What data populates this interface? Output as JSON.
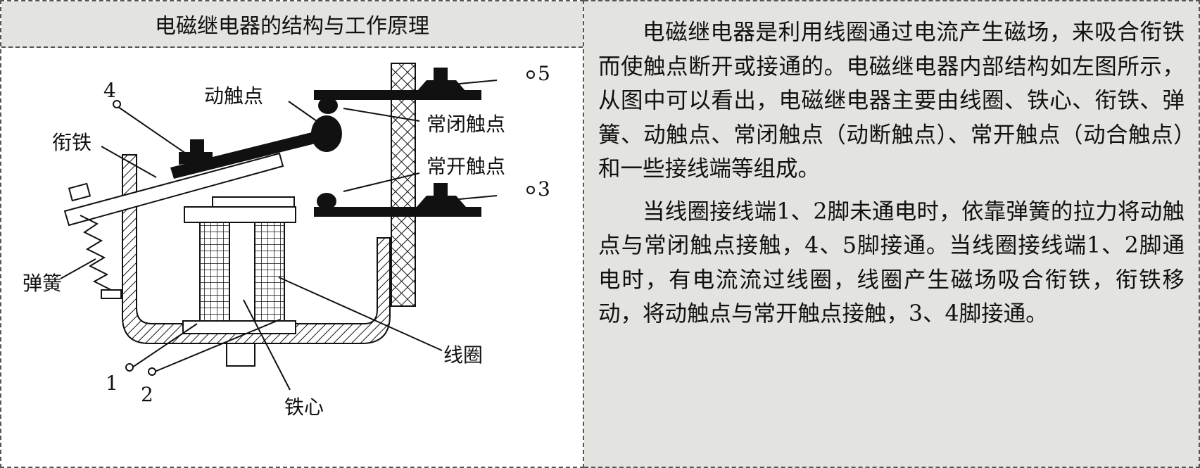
{
  "left": {
    "title": "电磁继电器的结构与工作原理",
    "labels": {
      "moving_contact": "动触点",
      "normally_closed": "常闭触点",
      "normally_open": "常开触点",
      "armature": "衔铁",
      "spring": "弹簧",
      "coil": "线圈",
      "iron_core": "铁心",
      "terminal_1": "1",
      "terminal_2": "2",
      "terminal_3": "3",
      "terminal_4": "4",
      "terminal_5": "5"
    }
  },
  "right": {
    "paragraphs": [
      "电磁继电器是利用线圈通过电流产生磁场，来吸合衔铁而使触点断开或接通的。电磁继电器内部结构如左图所示，从图中可以看出，电磁继电器主要由线圈、铁心、衔铁、弹簧、动触点、常闭触点（动断触点）、常开触点（动合触点）和一些接线端等组成。",
      "当线圈接线端1、2脚未通电时，依靠弹簧的拉力将动触点与常闭触点接触，4、5脚接通。当线圈接线端1、2脚通电时，有电流流过线圈，线圈产生磁场吸合衔铁，衔铁移动，将动触点与常开触点接触，3、4脚接通。"
    ]
  }
}
